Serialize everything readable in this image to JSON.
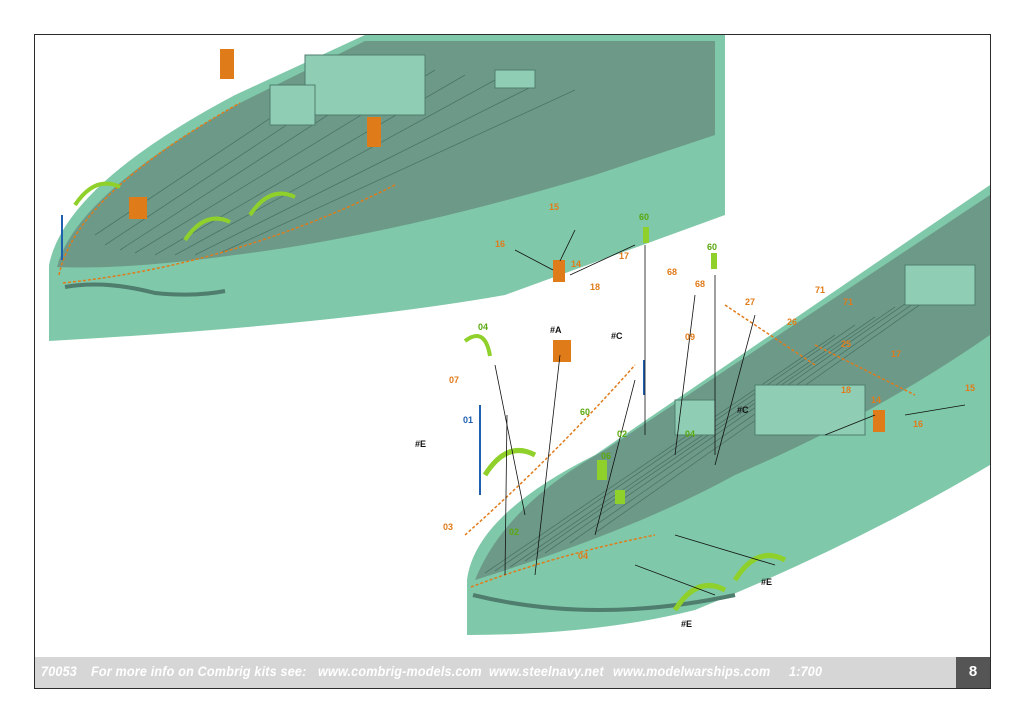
{
  "footer": {
    "kit_number": "70053",
    "info_text": "For more info on Combrig kits see:",
    "sites": [
      "www.combrig-models.com",
      "www.steelnavy.net",
      "www.modelwarships.com"
    ],
    "scale": "1:700",
    "page_number": "8"
  },
  "labels": {
    "p15a": "15",
    "p16a": "16",
    "p14a": "14",
    "p18a": "18",
    "p17a": "17",
    "p60a": "60",
    "p60b": "60",
    "p68a": "68",
    "p68b": "68",
    "p09": "09",
    "p27": "27",
    "p71a": "71",
    "p71b": "71",
    "p26": "26",
    "p25": "25",
    "p17b": "17",
    "p18b": "18",
    "p14b": "14",
    "p16b": "16",
    "p15b": "15",
    "p04a": "04",
    "p07": "07",
    "hashA": "#A",
    "hashC1": "#C",
    "hashC2": "#C",
    "p01": "01",
    "p60c": "60",
    "p02a": "02",
    "p06": "06",
    "p04b": "04",
    "hashE1": "#E",
    "p03": "03",
    "p02b": "02",
    "p04c": "04",
    "hashE2": "#E",
    "hashE3": "#E"
  },
  "colors": {
    "hull": "#7fc8a9",
    "deck": "#6d9a88",
    "etch_brass": "#e07b1a",
    "resin_green": "#8fd12a",
    "blue_rod": "#1e5fb0",
    "footer_bar": "#d6d6d6",
    "page_box": "#555555"
  }
}
